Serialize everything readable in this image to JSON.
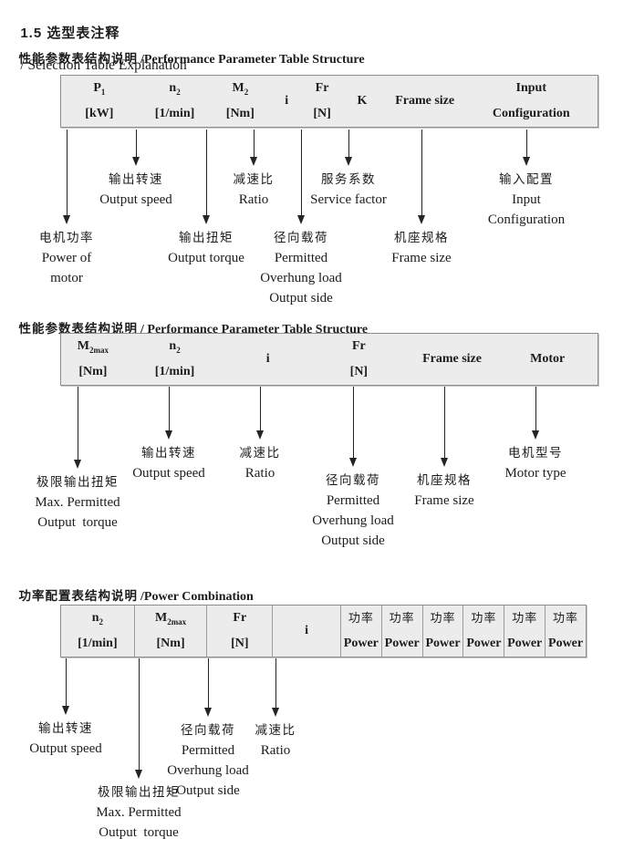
{
  "page": {
    "title_cn": "1.5 选型表注释",
    "title_en": "/ Selection Table Explanation"
  },
  "section1": {
    "heading_cn": "性能参数表结构说明",
    "heading_en": "/Performance Parameter Table Structure",
    "table": {
      "col_p1": {
        "base": "P",
        "sub": "1",
        "unit": "[kW]"
      },
      "col_n2": {
        "base": "n",
        "sub": "2",
        "unit": "[1/min]"
      },
      "col_m2": {
        "base": "M",
        "sub": "2",
        "unit": "[Nm]"
      },
      "col_i": {
        "label": "i"
      },
      "col_fr": {
        "base": "Fr",
        "unit": "[N]"
      },
      "col_k": {
        "label": "K"
      },
      "col_frame": {
        "label": "Frame size"
      },
      "col_input": {
        "line1": "Input",
        "line2": "Configuration"
      }
    },
    "annotations": {
      "power_of_motor": {
        "cn": "电机功率",
        "en1": "Power of",
        "en2": "motor"
      },
      "output_speed": {
        "cn": "输出转速",
        "en1": "Output speed"
      },
      "output_torque": {
        "cn": "输出扭矩",
        "en1": "Output torque"
      },
      "ratio": {
        "cn": "减速比",
        "en1": "Ratio"
      },
      "overhung_load": {
        "cn": "径向载荷",
        "en1": "Permitted",
        "en2": "Overhung load",
        "en3": "Output side"
      },
      "service_factor": {
        "cn": "服务系数",
        "en1": "Service factor"
      },
      "frame_size": {
        "cn": "机座规格",
        "en1": "Frame size"
      },
      "input_config": {
        "cn": "输入配置",
        "en1": "Input",
        "en2": "Configuration"
      }
    }
  },
  "section2": {
    "heading_cn": "性能参数表结构说明",
    "heading_en": "/ Performance Parameter Table Structure",
    "table": {
      "col_m2max": {
        "base": "M",
        "sub": "2max",
        "unit": "[Nm]"
      },
      "col_n2": {
        "base": "n",
        "sub": "2",
        "unit": "[1/min]"
      },
      "col_i": {
        "label": "i"
      },
      "col_fr": {
        "base": "Fr",
        "unit": "[N]"
      },
      "col_frame": {
        "label": "Frame size"
      },
      "col_motor": {
        "label": "Motor"
      }
    },
    "annotations": {
      "max_torque": {
        "cn": "极限输出扭矩",
        "en1": "Max. Permitted",
        "en2": "Output  torque"
      },
      "output_speed": {
        "cn": "输出转速",
        "en1": "Output speed"
      },
      "ratio": {
        "cn": "减速比",
        "en1": "Ratio"
      },
      "overhung_load": {
        "cn": "径向载荷",
        "en1": "Permitted",
        "en2": "Overhung load",
        "en3": "Output side"
      },
      "frame_size": {
        "cn": "机座规格",
        "en1": "Frame size"
      },
      "motor_type": {
        "cn": "电机型号",
        "en1": "Motor type"
      }
    }
  },
  "section3": {
    "heading_cn": "功率配置表结构说明",
    "heading_en": "/Power Combination",
    "table": {
      "col_n2": {
        "base": "n",
        "sub": "2",
        "unit": "[1/min]"
      },
      "col_m2max": {
        "base": "M",
        "sub": "2max",
        "unit": "[Nm]"
      },
      "col_fr": {
        "base": "Fr",
        "unit": "[N]"
      },
      "col_i": {
        "label": "i"
      },
      "power_cn": "功率",
      "power_en": "Power",
      "power_column_count": 6
    },
    "annotations": {
      "output_speed": {
        "cn": "输出转速",
        "en1": "Output speed"
      },
      "max_torque": {
        "cn": "极限输出扭矩",
        "en1": "Max. Permitted",
        "en2": "Output  torque"
      },
      "overhung_load": {
        "cn": "径向载荷",
        "en1": "Permitted",
        "en2": "Overhung load",
        "en3": "Output side"
      },
      "ratio": {
        "cn": "减速比",
        "en1": "Ratio"
      }
    }
  }
}
